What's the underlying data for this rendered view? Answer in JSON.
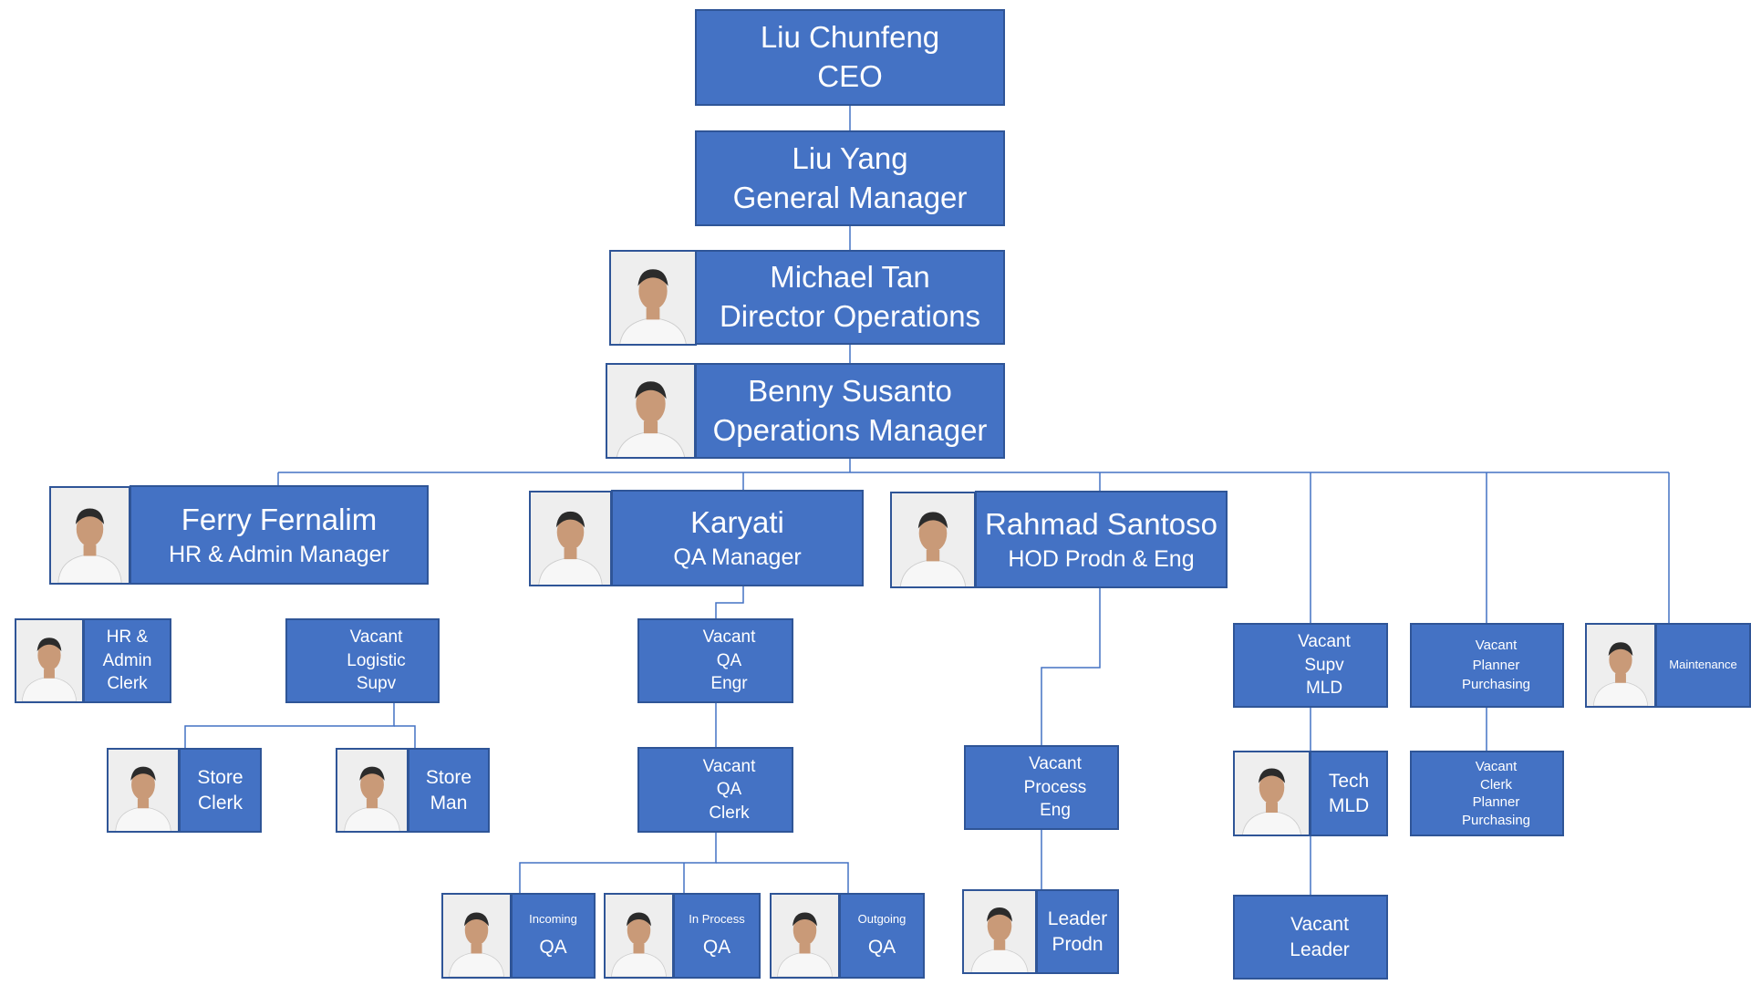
{
  "org": {
    "ceo": {
      "name": "Liu Chunfeng",
      "title": "CEO"
    },
    "gm": {
      "name": "Liu Yang",
      "title": "General Manager"
    },
    "director": {
      "name": "Michael Tan",
      "title": "Director Operations"
    },
    "ops_manager": {
      "name": "Benny Susanto",
      "title": "Operations Manager"
    },
    "hr_manager": {
      "name": "Ferry Fernalim",
      "title": "HR & Admin Manager"
    },
    "qa_manager": {
      "name": "Karyati",
      "title": "QA Manager"
    },
    "hod": {
      "name": "Rahmad Santoso",
      "title": "HOD Prodn & Eng"
    },
    "hr_clerk": {
      "lines": [
        "HR &",
        "Admin",
        "Clerk"
      ]
    },
    "logistic_supv": {
      "lines": [
        "Vacant",
        "Logistic",
        "Supv"
      ]
    },
    "store_clerk": {
      "lines": [
        "Store",
        "Clerk"
      ]
    },
    "store_man": {
      "lines": [
        "Store",
        "Man"
      ]
    },
    "qa_engr": {
      "lines": [
        "Vacant",
        "QA",
        "Engr"
      ]
    },
    "qa_clerk": {
      "lines": [
        "Vacant",
        "QA",
        "Clerk"
      ]
    },
    "incoming_qa": {
      "lines": [
        "Incoming",
        "QA"
      ]
    },
    "in_process_qa": {
      "lines": [
        "In Process",
        "QA"
      ]
    },
    "outgoing_qa": {
      "lines": [
        "Outgoing",
        "QA"
      ]
    },
    "process_eng": {
      "lines": [
        "Vacant",
        "Process",
        "Eng"
      ]
    },
    "leader_prodn": {
      "lines": [
        "Leader",
        "Prodn"
      ]
    },
    "supv_mld": {
      "lines": [
        "Vacant",
        "Supv",
        "MLD"
      ]
    },
    "tech_mld": {
      "lines": [
        "Tech",
        "MLD"
      ]
    },
    "vacant_leader": {
      "lines": [
        "Vacant",
        "Leader"
      ]
    },
    "planner_purchasing": {
      "lines": [
        "Vacant",
        "Planner",
        "Purchasing"
      ]
    },
    "clerk_planner_purchasing": {
      "lines": [
        "Vacant",
        "Clerk",
        "Planner",
        "Purchasing"
      ]
    },
    "maintenance": {
      "lines": [
        "Maintenance"
      ]
    }
  },
  "colors": {
    "box_fill": "#4472C4",
    "box_border": "#2F5597",
    "connector": "#4472C4",
    "text": "#FFFFFF"
  },
  "icons": {
    "portrait": "person-portrait-icon"
  }
}
